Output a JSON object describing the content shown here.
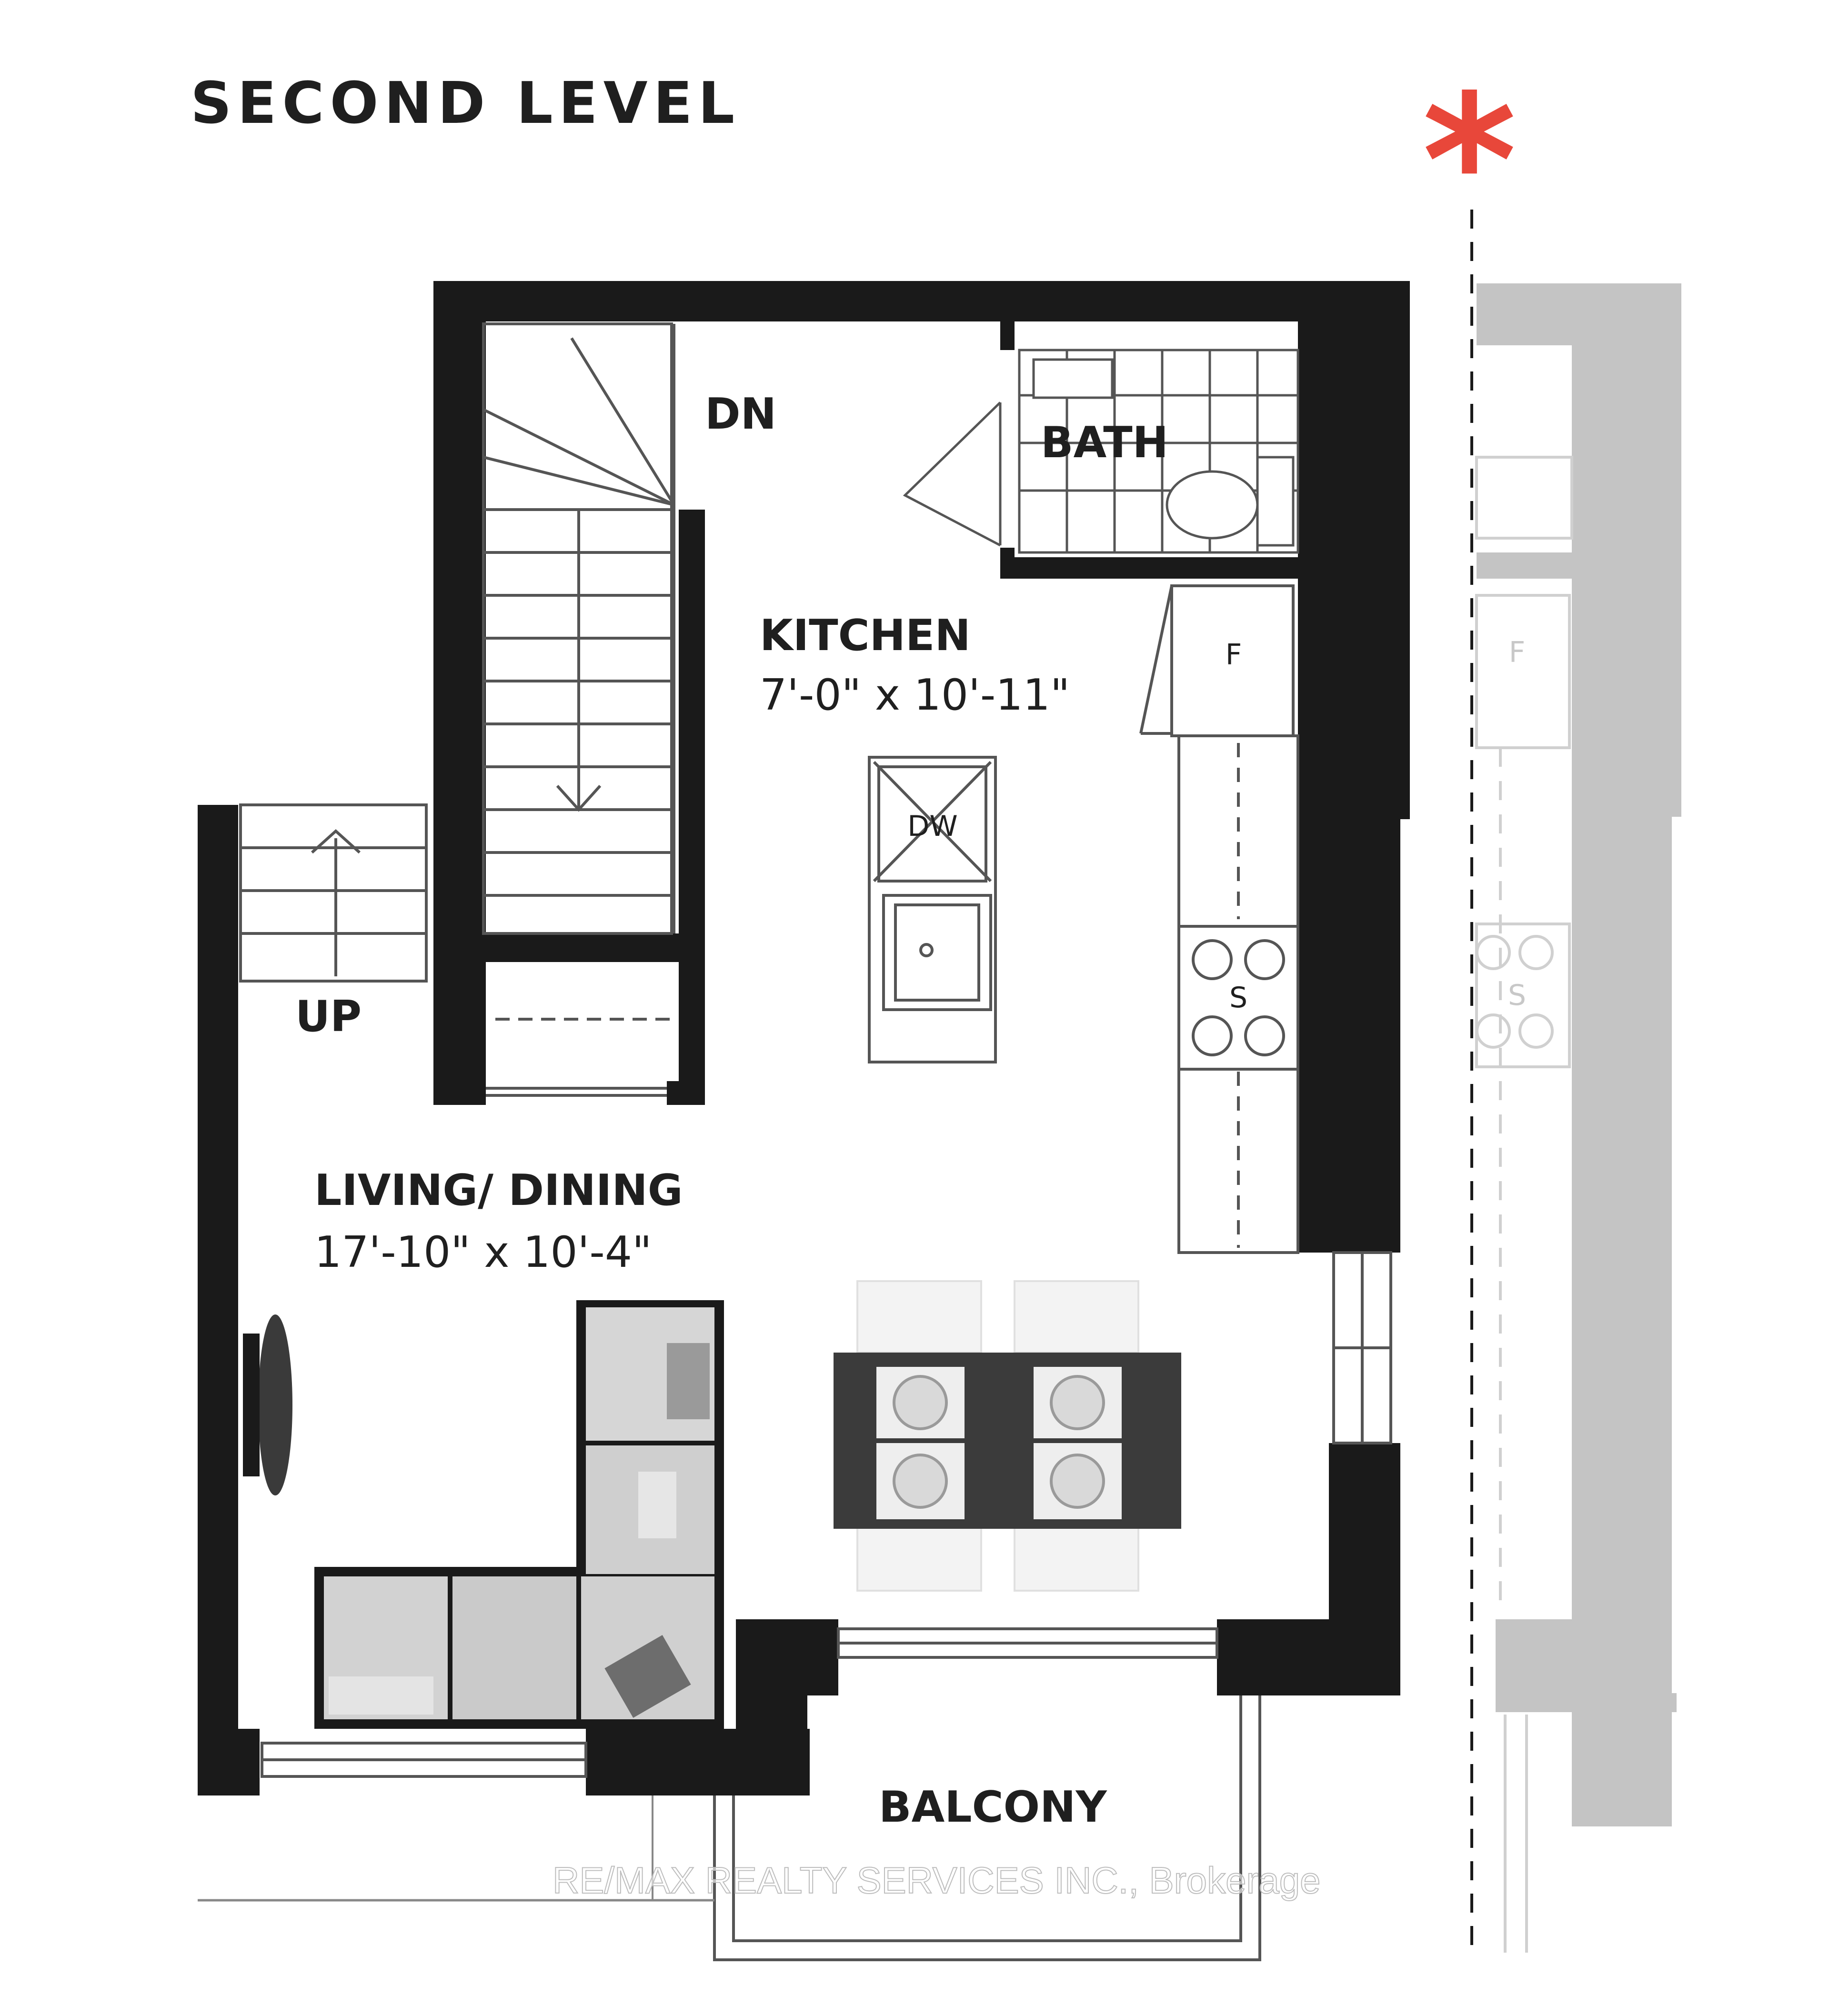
{
  "title": "SECOND LEVEL",
  "rooms": {
    "bath": {
      "label": "BATH"
    },
    "kitchen": {
      "label": "KITCHEN",
      "dimensions": "7'-0\" x 10'-11\""
    },
    "living_dining": {
      "label": "LIVING/ DINING",
      "dimensions": "17'-10\" x 10'-4\""
    },
    "balcony": {
      "label": "BALCONY"
    }
  },
  "stairs": {
    "down_label": "DN",
    "up_label": "UP"
  },
  "appliances": {
    "fridge": "F",
    "dishwasher": "DW",
    "stove": "S",
    "ghost_fridge": "F",
    "ghost_stove": "S"
  },
  "marker": {
    "symbol": "*",
    "color": "#e8473a"
  },
  "watermark": "RE/MAX REALTY SERVICES INC., Brokerage",
  "colors": {
    "wall": "#1a1a1a",
    "ghost": "#c4c4c4",
    "table": "#3b3b3b",
    "sofa": "#cfcfcf"
  }
}
